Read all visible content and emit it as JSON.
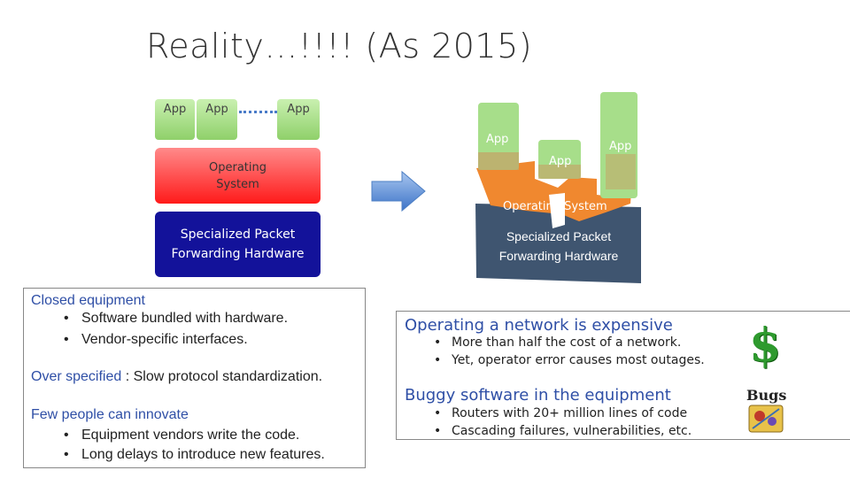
{
  "title": "Reality…!!!! (As 2015)",
  "left_stack": {
    "apps": [
      "App",
      "App",
      "App"
    ],
    "os": "Operating System",
    "hw": "Specialized Packet Forwarding Hardware"
  },
  "right_stack": {
    "apps": [
      "App",
      "App",
      "App"
    ],
    "os": "Operating System",
    "hw": "Specialized Packet Forwarding Hardware"
  },
  "left_box": {
    "h1": "Closed equipment",
    "b1": "Software bundled with hardware.",
    "b2": "Vendor-specific interfaces.",
    "h2": "Over specified",
    "h2_rest": " : Slow protocol standardization.",
    "h3": "Few people can innovate",
    "b3": "Equipment vendors write the code.",
    "b4": "Long delays to introduce new features."
  },
  "right_box": {
    "h1": "Operating a network is expensive",
    "b1": "More than half the cost of a network.",
    "b2": "Yet, operator error causes most outages.",
    "h2": "Buggy software in the equipment",
    "b3": "Routers with 20+ million lines of code",
    "b4": "Cascading failures, vulnerabilities, etc."
  },
  "icons": {
    "dollar": "$",
    "bugs_label": "Bugs"
  },
  "colors": {
    "app_green": "#9ad879",
    "os_red": "#ff2a2a",
    "hw_navy": "#13129a",
    "os_orange": "#f0882f",
    "hw_slate": "#3f5570",
    "heading_blue": "#2f4fa6"
  }
}
